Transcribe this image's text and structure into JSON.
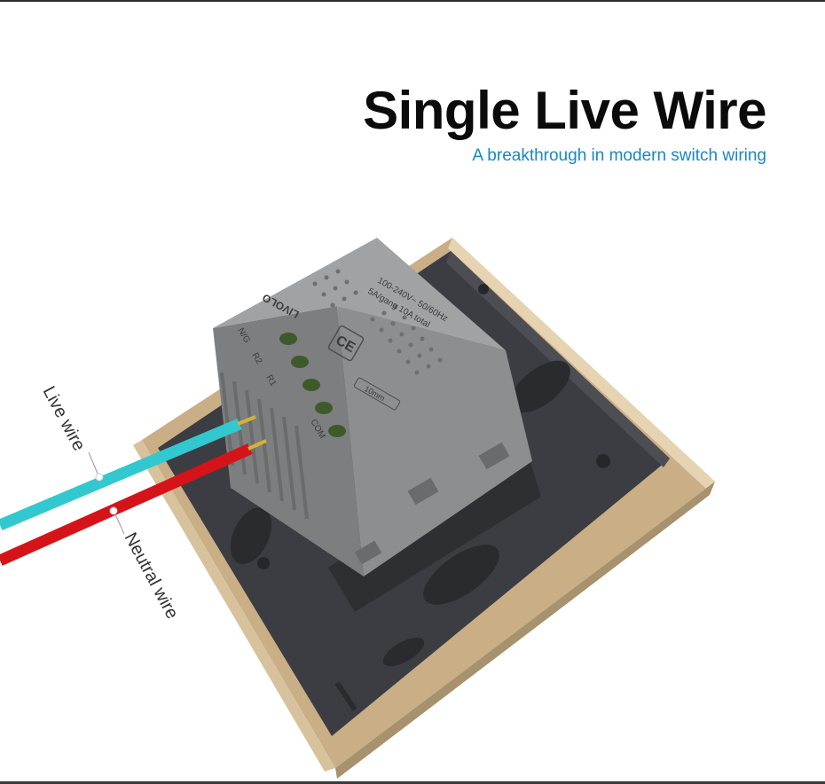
{
  "header": {
    "title": "Single Live Wire",
    "subtitle": "A breakthrough in modern switch wiring"
  },
  "labels": {
    "live": "Live wire",
    "neutral": "Neutral wire"
  },
  "module": {
    "brand": "LIVOLO",
    "rating_line1": "100-240V~ 50/60Hz",
    "rating_line2": "5A/gang 10A total",
    "strip_length": "10mm",
    "terminals": [
      "N/G",
      "R2",
      "R1",
      "COM"
    ],
    "mark": "CE"
  },
  "colors": {
    "live_wire": "#32c8cf",
    "neutral_wire": "#d5141a",
    "accent": "#1a87bf",
    "frame": "#c9ae86",
    "plate": "#3c3d42",
    "module": "#8d8e90"
  }
}
